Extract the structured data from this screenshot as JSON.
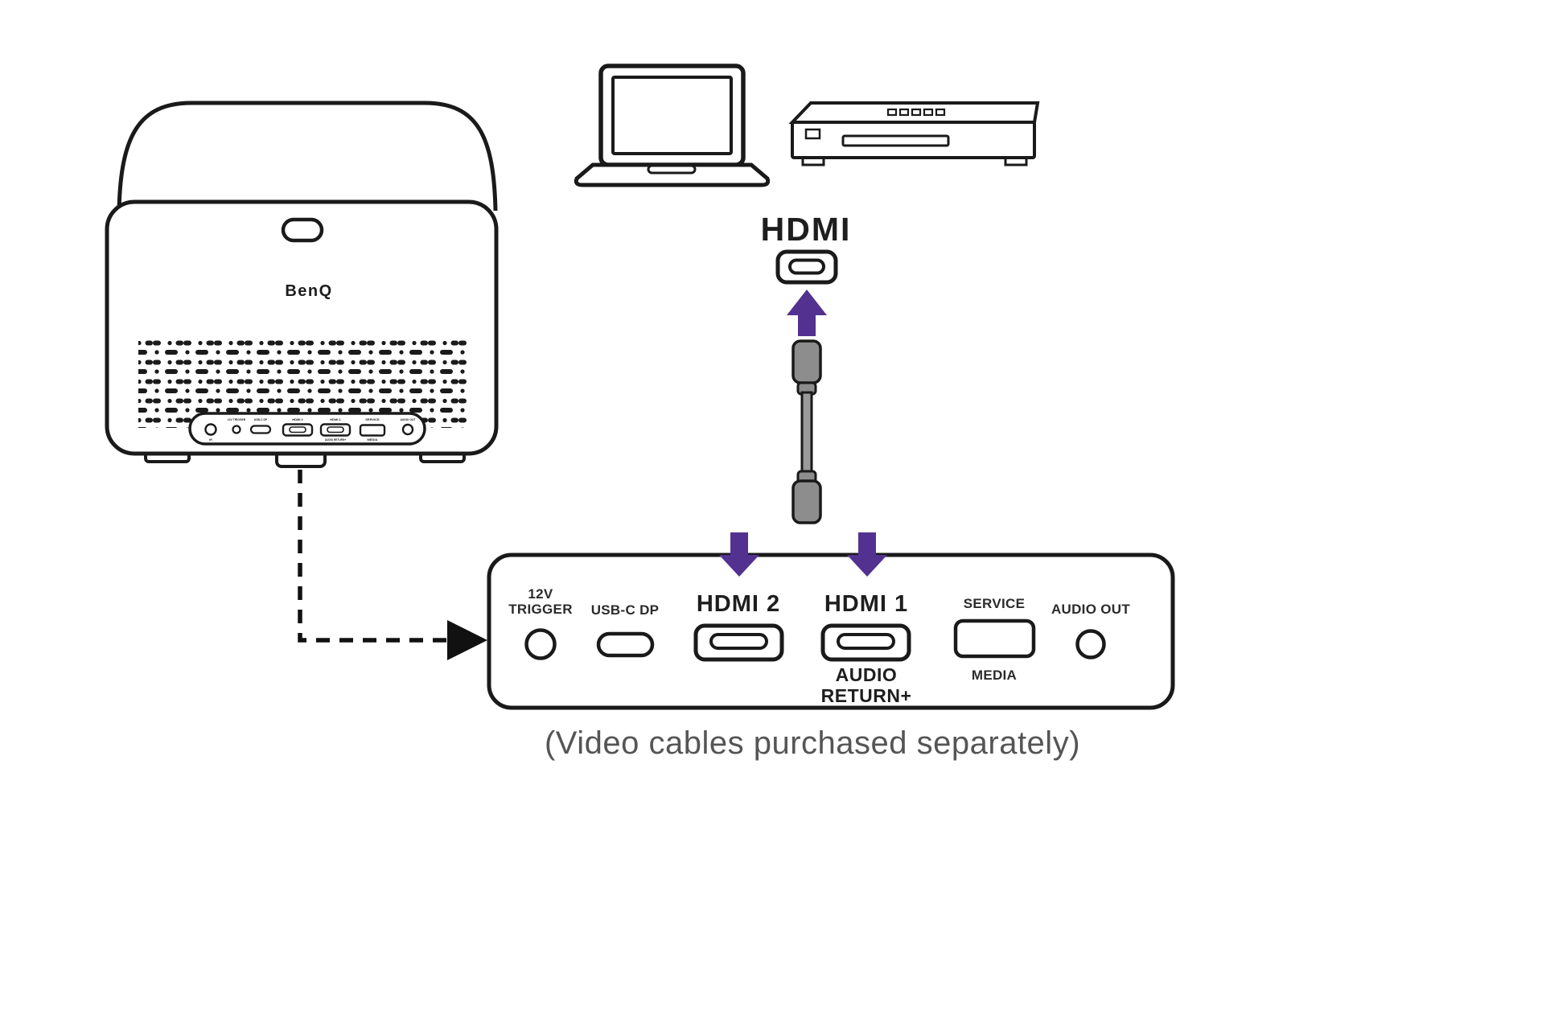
{
  "colors": {
    "outline": "#1a1a1a",
    "arrow_purple": "#533191",
    "cable_gray": "#8d8d8d",
    "caption_gray": "#555555"
  },
  "projector": {
    "brand": "BenQ",
    "mini_panel": {
      "ir": "IR",
      "trigger": "12V TRIGGER",
      "usbc": "USB-C DP",
      "hdmi2": "HDMI 2",
      "hdmi1": "HDMI 1",
      "audio_return": "AUDIO RETURN+",
      "service": "SERVICE",
      "media": "MEDIA",
      "audio_out": "AUDIO OUT"
    }
  },
  "cable": {
    "label": "HDMI"
  },
  "panel": {
    "trigger_line1": "12V",
    "trigger_line2": "TRIGGER",
    "usbc": "USB-C DP",
    "hdmi2": "HDMI 2",
    "hdmi1": "HDMI 1",
    "audio_return_line1": "AUDIO",
    "audio_return_line2": "RETURN+",
    "service": "SERVICE",
    "media": "MEDIA",
    "audio_out": "AUDIO OUT"
  },
  "caption": "(Video cables purchased separately)"
}
